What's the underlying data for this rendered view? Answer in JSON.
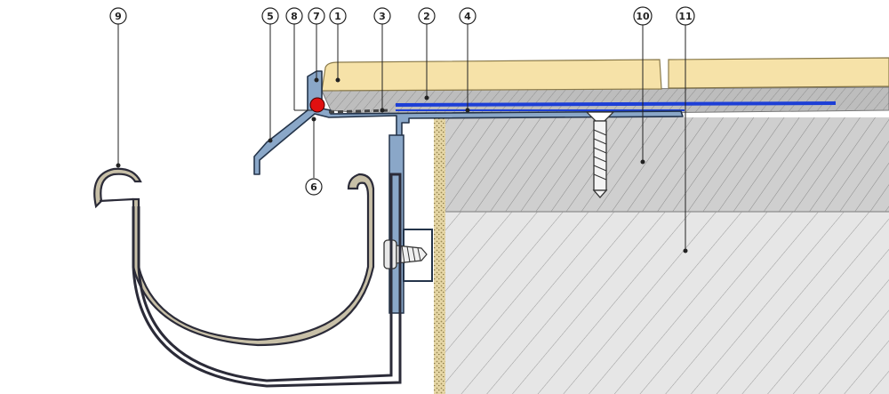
{
  "diagram": {
    "callouts": [
      {
        "id": "c1",
        "label": "1"
      },
      {
        "id": "c2",
        "label": "2"
      },
      {
        "id": "c3",
        "label": "3"
      },
      {
        "id": "c4",
        "label": "4"
      },
      {
        "id": "c5",
        "label": "5"
      },
      {
        "id": "c6",
        "label": "6"
      },
      {
        "id": "c7",
        "label": "7"
      },
      {
        "id": "c8",
        "label": "8"
      },
      {
        "id": "c9",
        "label": "9"
      },
      {
        "id": "c10",
        "label": "10"
      },
      {
        "id": "c11",
        "label": "11"
      }
    ]
  },
  "colors": {
    "tile": "#f6e2a8",
    "screed": "#b9b9b9",
    "waterproofing": "#1d3fd6",
    "profile": "#8aa7c8",
    "seal": "#e01010",
    "gutter_fill": "#c8c0a8",
    "gutter_stroke": "#2b2b38",
    "concrete": "#d6d6d6",
    "substrate": "#e3e3e3",
    "insulation": "#e8d9a8"
  }
}
